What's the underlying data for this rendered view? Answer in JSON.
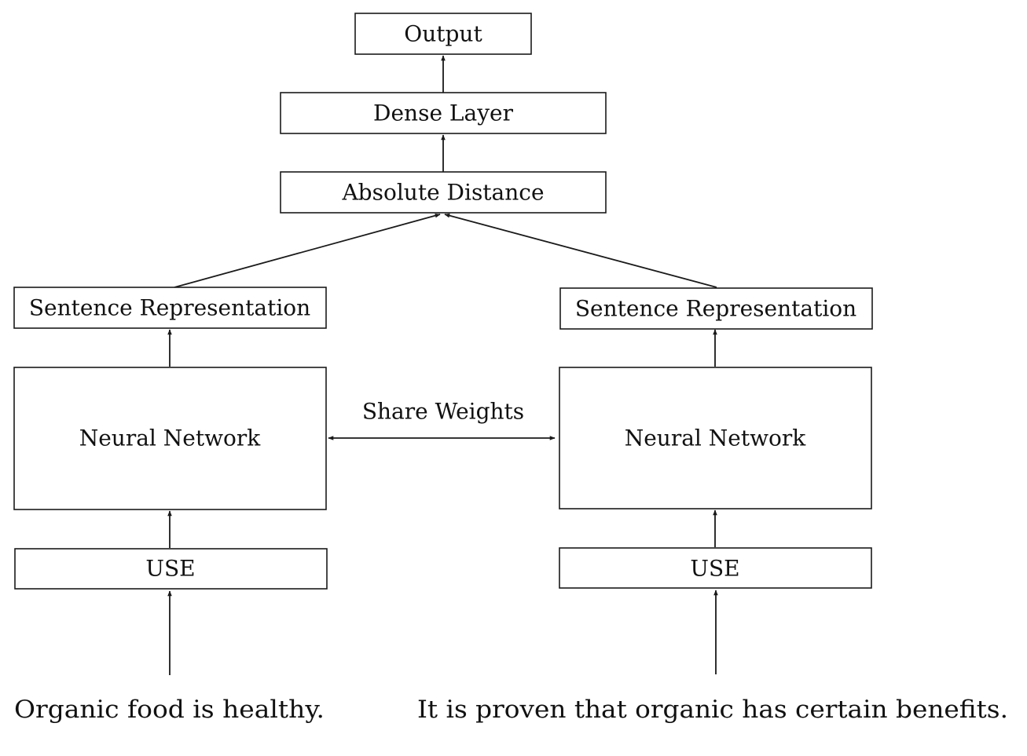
{
  "nodes": {
    "output": "Output",
    "dense_layer": "Dense Layer",
    "absolute_distance": "Absolute Distance",
    "sentence_rep_left": "Sentence Representation",
    "sentence_rep_right": "Sentence Representation",
    "neural_network_left": "Neural Network",
    "neural_network_right": "Neural Network",
    "use_left": "USE",
    "use_right": "USE"
  },
  "edge_labels": {
    "share_weights": "Share Weights"
  },
  "inputs": {
    "left_sentence": "Organic food is healthy.",
    "right_sentence": "It is proven that organic has certain benefits."
  }
}
